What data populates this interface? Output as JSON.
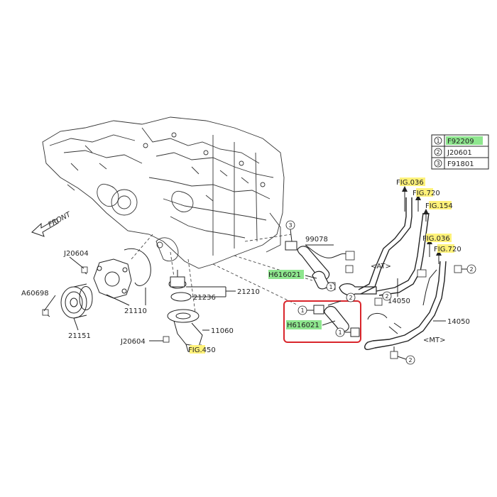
{
  "legend": [
    {
      "num": "1",
      "code": "F92209"
    },
    {
      "num": "2",
      "code": "J20601"
    },
    {
      "num": "3",
      "code": "F91801"
    }
  ],
  "front_label": "FRONT",
  "labels": {
    "j20604_top": "J20604",
    "a60698": "A60698",
    "p21151": "21151",
    "p21110": "21110",
    "p21236": "21236",
    "p21210": "21210",
    "p11060": "11060",
    "j20604_bottom": "J20604",
    "fig450": "FIG.450",
    "p99078": "99078",
    "h616021_top": "H616021",
    "h616021_box": "H616021",
    "at": "<AT>",
    "mt": "<MT>",
    "p14050_a": "14050",
    "p14050_b": "14050",
    "fig036_a": "FIG.036",
    "fig720_a": "FIG.720",
    "fig154": "FIG.154",
    "fig036_b": "FIG.036",
    "fig720_b": "FIG.720"
  },
  "callouts": {
    "c3": "3",
    "c1a": "1",
    "c2a": "2",
    "c2b": "2",
    "c1b": "1",
    "c1c": "1",
    "c2c": "2",
    "c2d": "2"
  },
  "colors": {
    "highlight_yellow": "#fff27a",
    "highlight_green": "#8ee68e",
    "box_red": "#d9262c"
  }
}
